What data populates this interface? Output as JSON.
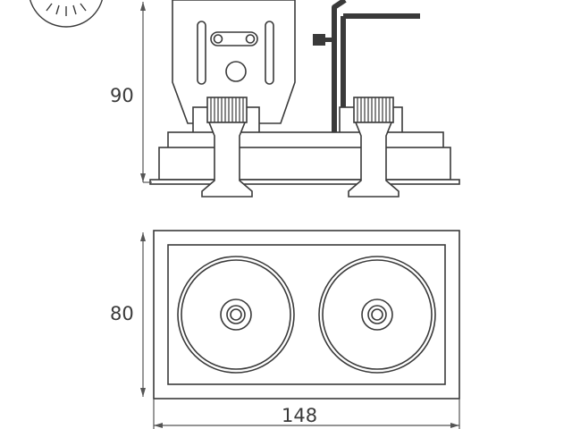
{
  "dimensions": {
    "height": "90",
    "depth": "80",
    "width": "148"
  },
  "icons": {
    "top_left_badge": "light-beam-icon"
  },
  "colors": {
    "line": "#3a3a3a",
    "dim_line": "#555555",
    "background": "#ffffff"
  }
}
